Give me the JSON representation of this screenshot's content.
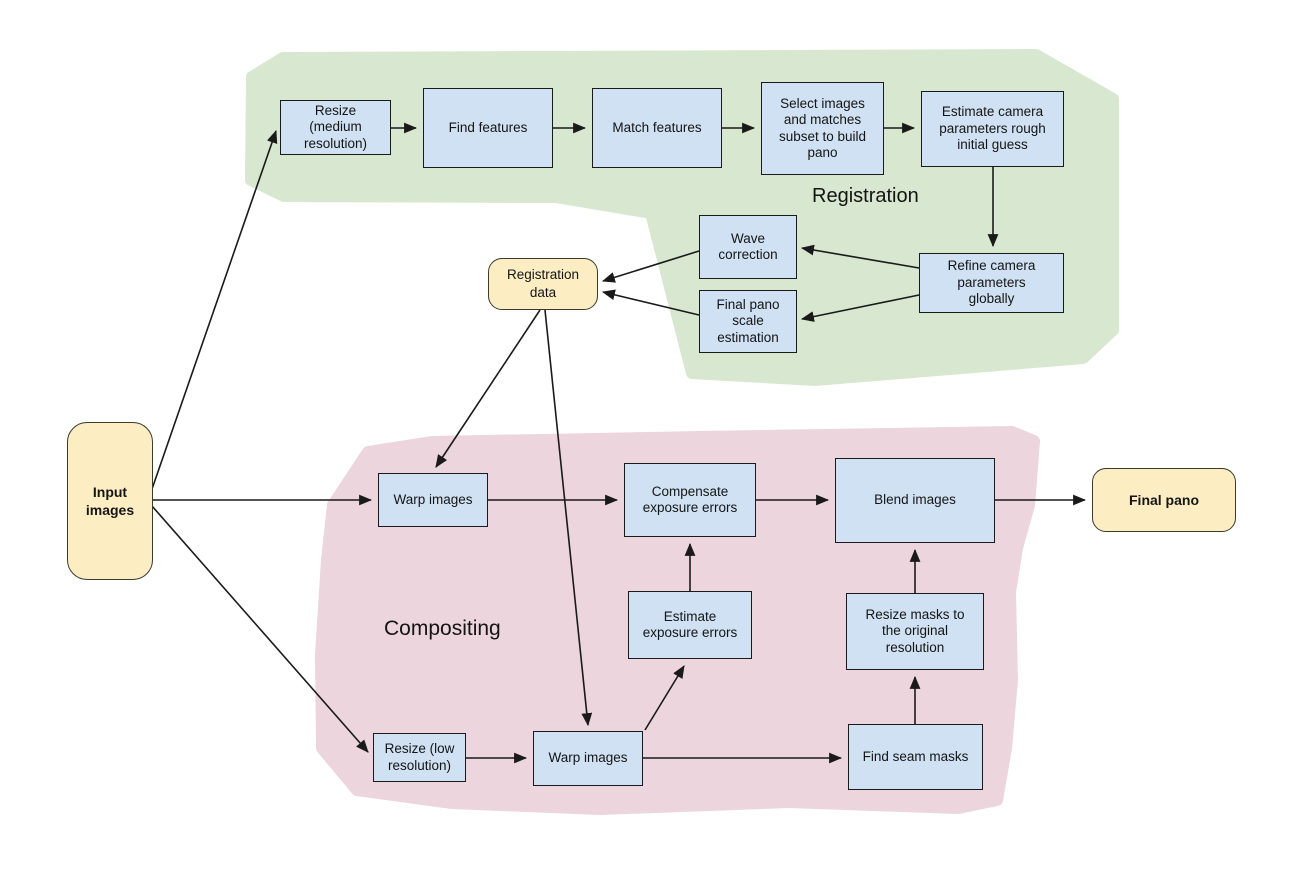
{
  "diagram": {
    "background_color": "#ffffff",
    "regions": [
      {
        "id": "registration",
        "label": "Registration",
        "color": "#d8e7cf"
      },
      {
        "id": "compositing",
        "label": "Compositing",
        "color": "#ecd5dd"
      }
    ],
    "node_style": {
      "fill": "#cfe1f2",
      "border": "#1a1a1a"
    },
    "terminal_style": {
      "fill": "#fcedc3",
      "border": "#3c3a2c"
    },
    "arrow_color": "#1a1a1a",
    "terminals": [
      {
        "id": "input-images",
        "label": "Input\nimages"
      },
      {
        "id": "registration-data",
        "label": "Registration\ndata"
      },
      {
        "id": "final-pano",
        "label": "Final pano"
      }
    ],
    "nodes": [
      {
        "id": "resize-medium",
        "label": "Resize\n(medium\nresolution)"
      },
      {
        "id": "find-features",
        "label": "Find features"
      },
      {
        "id": "match-features",
        "label": "Match features"
      },
      {
        "id": "select-images",
        "label": "Select images\nand matches\nsubset to build\npano"
      },
      {
        "id": "estimate-camera",
        "label": "Estimate camera\nparameters rough\ninitial guess"
      },
      {
        "id": "wave-correction",
        "label": "Wave\ncorrection"
      },
      {
        "id": "final-pano-scale",
        "label": "Final pano\nscale\nestimation"
      },
      {
        "id": "refine-camera",
        "label": "Refine camera\nparameters\nglobally"
      },
      {
        "id": "warp-images-top",
        "label": "Warp images"
      },
      {
        "id": "compensate-exposure",
        "label": "Compensate\nexposure errors"
      },
      {
        "id": "blend-images",
        "label": "Blend images"
      },
      {
        "id": "estimate-exposure",
        "label": "Estimate\nexposure errors"
      },
      {
        "id": "resize-masks",
        "label": "Resize masks to\nthe original\nresolution"
      },
      {
        "id": "resize-low",
        "label": "Resize (low\nresolution)"
      },
      {
        "id": "warp-images-bottom",
        "label": "Warp images"
      },
      {
        "id": "find-seam-masks",
        "label": "Find seam masks"
      }
    ],
    "edges": [
      {
        "from": "input-images",
        "to": "resize-medium"
      },
      {
        "from": "input-images",
        "to": "warp-images-top"
      },
      {
        "from": "input-images",
        "to": "resize-low"
      },
      {
        "from": "resize-medium",
        "to": "find-features"
      },
      {
        "from": "find-features",
        "to": "match-features"
      },
      {
        "from": "match-features",
        "to": "select-images"
      },
      {
        "from": "select-images",
        "to": "estimate-camera"
      },
      {
        "from": "estimate-camera",
        "to": "refine-camera"
      },
      {
        "from": "refine-camera",
        "to": "wave-correction"
      },
      {
        "from": "refine-camera",
        "to": "final-pano-scale"
      },
      {
        "from": "wave-correction",
        "to": "registration-data"
      },
      {
        "from": "final-pano-scale",
        "to": "registration-data"
      },
      {
        "from": "registration-data",
        "to": "warp-images-top"
      },
      {
        "from": "registration-data",
        "to": "warp-images-bottom"
      },
      {
        "from": "warp-images-top",
        "to": "compensate-exposure"
      },
      {
        "from": "compensate-exposure",
        "to": "blend-images"
      },
      {
        "from": "blend-images",
        "to": "final-pano"
      },
      {
        "from": "estimate-exposure",
        "to": "compensate-exposure"
      },
      {
        "from": "resize-masks",
        "to": "blend-images"
      },
      {
        "from": "find-seam-masks",
        "to": "resize-masks"
      },
      {
        "from": "resize-low",
        "to": "warp-images-bottom"
      },
      {
        "from": "warp-images-bottom",
        "to": "find-seam-masks"
      },
      {
        "from": "warp-images-bottom",
        "to": "estimate-exposure"
      }
    ]
  }
}
